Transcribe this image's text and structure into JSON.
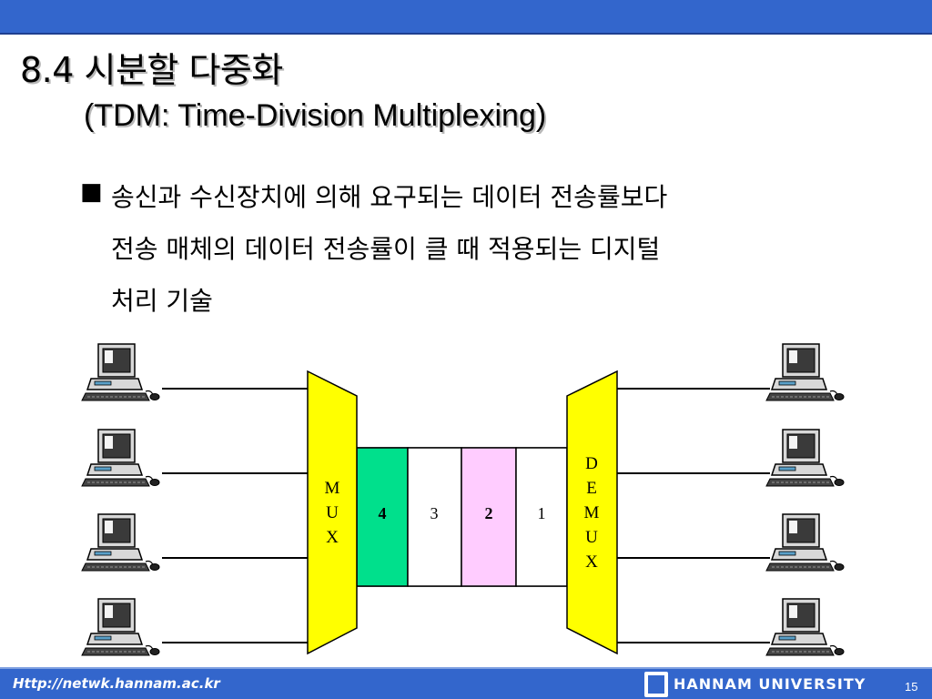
{
  "header": {
    "title": "8.4 시분할 다중화",
    "subtitle": "(TDM: Time-Division Multiplexing)"
  },
  "body": {
    "bullet": "■",
    "lines": [
      "송신과 수신장치에 의해 요구되는 데이터 전송률보다",
      "전송 매체의 데이터 전송률이 클 때 적용되는 디지털",
      "처리 기술"
    ]
  },
  "diagram": {
    "mux_letters": [
      "M",
      "U",
      "X"
    ],
    "demux_letters": [
      "D",
      "E",
      "M",
      "U",
      "X"
    ],
    "slots": [
      {
        "label": "4",
        "bold": true,
        "color": "#00e08c"
      },
      {
        "label": "3",
        "bold": false,
        "color": "#ffffff"
      },
      {
        "label": "2",
        "bold": true,
        "color": "#ffccff"
      },
      {
        "label": "1",
        "bold": false,
        "color": "#ffffff"
      }
    ],
    "colors": {
      "mux": "#ffff00",
      "outline": "#000000"
    }
  },
  "footer": {
    "url": "Http://netwk.hannam.ac.kr",
    "university": "HANNAM UNIVERSITY",
    "page": "15"
  }
}
